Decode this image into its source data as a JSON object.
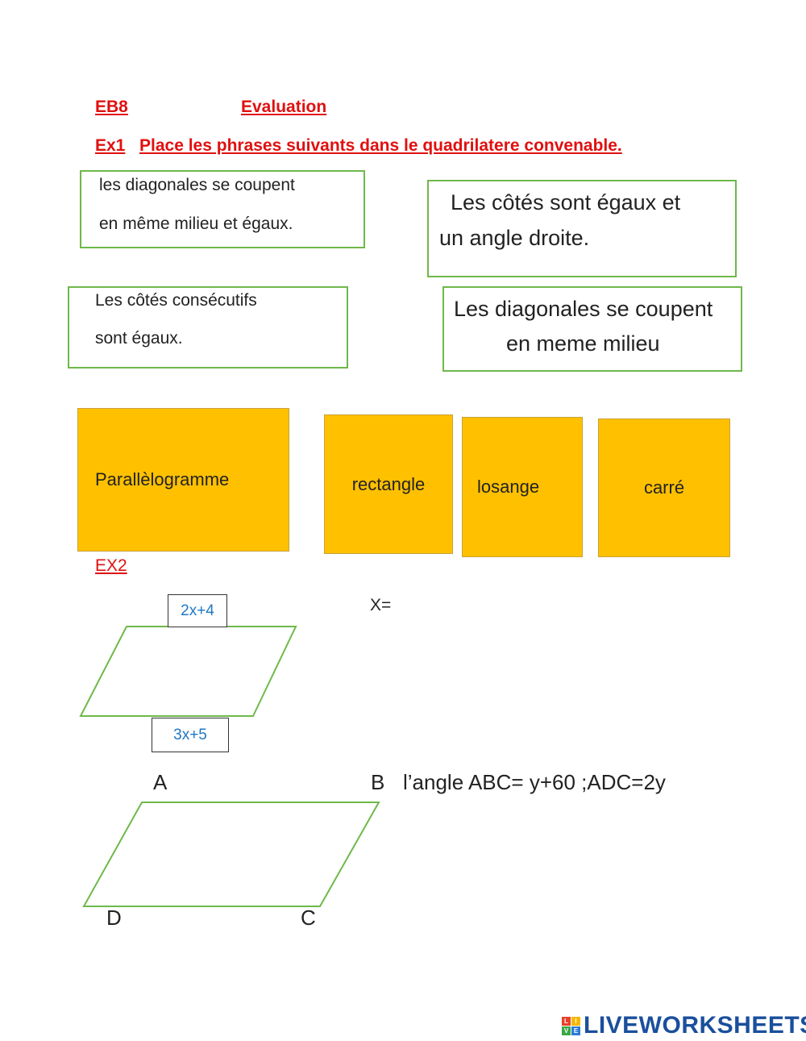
{
  "header": {
    "level": "EB8",
    "title": "Evaluation",
    "ex1_label": "Ex1",
    "ex1_instruction": "Place les phrases suivants dans le quadrilatere convenable."
  },
  "phrases": [
    {
      "line1": "les diagonales se coupent",
      "line2": "en même milieu et égaux."
    },
    {
      "line1": "Les côtés sont égaux et",
      "line2": "un angle droite."
    },
    {
      "line1": "Les côtés consécutifs",
      "line2": "sont égaux."
    },
    {
      "line1": "Les diagonales se coupent",
      "line2": "en meme milieu"
    }
  ],
  "quadrilaterals": [
    "Parallèlogramme",
    "rectangle",
    "losange",
    "carré"
  ],
  "ex2": {
    "label": "EX2",
    "top_side": "2x+4",
    "bottom_side": "3x+5",
    "x_answer": "X=",
    "vertices": {
      "a": "A",
      "b": "B",
      "c": "C",
      "d": "D"
    },
    "angle_statement": "l’angle ABC= y+60 ;ADC=2y"
  },
  "colors": {
    "title_red": "#e01010",
    "box_green": "#6fb84a",
    "tile_yellow": "#ffc000",
    "label_blue": "#1f77c4"
  },
  "footer": {
    "brand": "LIVEWORKSHEETS",
    "logo_letters": [
      "L",
      "I",
      "V",
      "E"
    ]
  }
}
